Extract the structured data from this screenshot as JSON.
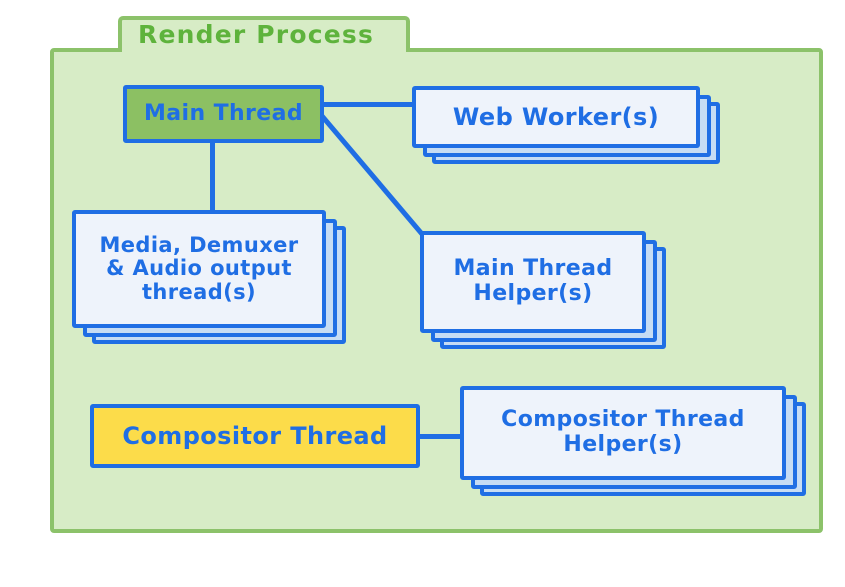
{
  "diagram": {
    "title": "Render Process",
    "type": "block-diagram",
    "colors": {
      "container_fill": "#d7ecc6",
      "container_border": "#8cc26a",
      "title_text": "#5eb33c",
      "node_border": "#1f6ee4",
      "node_text": "#1f6ee4",
      "node_fill_default": "#eef3fb",
      "stack_shadow_fill": "#c6dcf4",
      "main_thread_fill": "#8cc063",
      "compositor_thread_fill": "#fcdc4a",
      "page_background": "#ffffff"
    },
    "nodes": [
      {
        "id": "main-thread",
        "label": "Main Thread",
        "lines": [
          "Main Thread"
        ],
        "fill": "green",
        "stacked": false,
        "stack_count": 1
      },
      {
        "id": "web-worker",
        "label": "Web Worker(s)",
        "lines": [
          "Web Worker(s)"
        ],
        "fill": "white",
        "stacked": true,
        "stack_count": 3
      },
      {
        "id": "media-demuxer-audio",
        "label": "Media, Demuxer & Audio output thread(s)",
        "lines": [
          "Media, Demuxer",
          "& Audio output",
          "thread(s)"
        ],
        "fill": "white",
        "stacked": true,
        "stack_count": 3
      },
      {
        "id": "main-thread-helper",
        "label": "Main Thread Helper(s)",
        "lines": [
          "Main Thread",
          "Helper(s)"
        ],
        "fill": "white",
        "stacked": true,
        "stack_count": 3
      },
      {
        "id": "compositor-thread",
        "label": "Compositor Thread",
        "lines": [
          "Compositor Thread"
        ],
        "fill": "yellow",
        "stacked": false,
        "stack_count": 1
      },
      {
        "id": "compositor-thread-helper",
        "label": "Compositor Thread Helper(s)",
        "lines": [
          "Compositor Thread",
          "Helper(s)"
        ],
        "fill": "white",
        "stacked": true,
        "stack_count": 3
      }
    ],
    "connections": [
      {
        "id": "main-thread-to-web-worker",
        "from": "main-thread",
        "to": "web-worker",
        "style": "horizontal"
      },
      {
        "id": "main-thread-to-media",
        "from": "main-thread",
        "to": "media-demuxer-audio",
        "style": "vertical"
      },
      {
        "id": "main-thread-to-helper",
        "from": "main-thread",
        "to": "main-thread-helper",
        "style": "diagonal"
      },
      {
        "id": "compositor-to-compositor-helper",
        "from": "compositor-thread",
        "to": "compositor-thread-helper",
        "style": "horizontal"
      }
    ]
  }
}
